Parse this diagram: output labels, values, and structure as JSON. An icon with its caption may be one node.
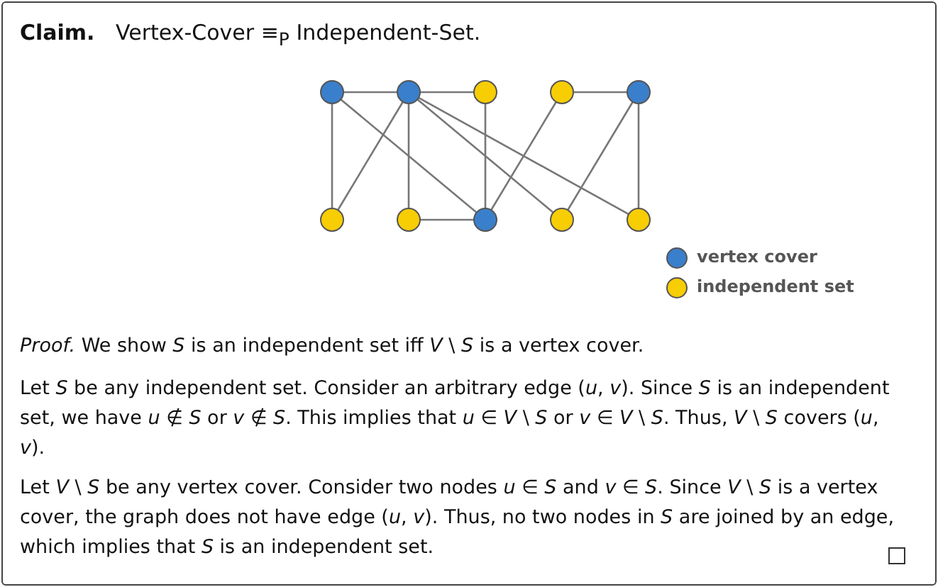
{
  "diagram": {
    "title": "**Claim.** Vertex-Cover ≡$_{P}$ Independent-Set.",
    "nodes": [
      {
        "text": [],
        "shape": "circle"
      },
      {
        "text": [],
        "shape": "circle"
      },
      {
        "text": [],
        "shape": "circle"
      },
      {
        "text": [],
        "shape": "circle"
      },
      {
        "text": [],
        "shape": "circle"
      },
      {
        "text": [],
        "shape": "circle"
      },
      {
        "text": [],
        "shape": "circle"
      },
      {
        "text": [],
        "shape": "circle"
      },
      {
        "text": [],
        "shape": "circle"
      },
      {
        "text": [],
        "shape": "circle"
      }
    ],
    "edges": [
      {
        "from": 0,
        "to": 1,
        "arrow": "none"
      },
      {
        "from": 1,
        "to": 2,
        "arrow": "none"
      },
      {
        "from": 3,
        "to": 4,
        "arrow": "none"
      },
      {
        "from": 0,
        "to": 5,
        "arrow": "none"
      },
      {
        "from": 0,
        "to": 7,
        "arrow": "none"
      },
      {
        "from": 1,
        "to": 5,
        "arrow": "none"
      },
      {
        "from": 1,
        "to": 6,
        "arrow": "none"
      },
      {
        "from": 1,
        "to": 8,
        "arrow": "none"
      },
      {
        "from": 1,
        "to": 9,
        "arrow": "none"
      },
      {
        "from": 2,
        "to": 7,
        "arrow": "none"
      },
      {
        "from": 6,
        "to": 7,
        "arrow": "none"
      },
      {
        "from": 3,
        "to": 7,
        "arrow": "none"
      },
      {
        "from": 4,
        "to": 8,
        "arrow": "none"
      },
      {
        "from": 4,
        "to": 9,
        "arrow": "none"
      }
    ],
    "labels": [
      "*Proof.* We show *S* is an independent set iff *V* \\ *S* is a vertex cover.",
      "Let *S* be any independent set. Consider an arbitrary edge (*u*, *v*). Since *S* is an independent set, we have *u* ∉ *S* or *v* ∉ *S*. This implies that *u* ∈ *V* \\ *S* or *v* ∈ *V* \\ *S*. Thus, *V* \\ *S* covers (*u*, *v*).",
      "Let *V* \\ *S* be any vertex cover. Consider two nodes *u* ∈ *S* and *v* ∈ *S*. Since *V* \\ *S* is a vertex cover, the graph does not have edge (*u*, *v*). Thus, no two nodes in *S* are joined by an edge, which implies that *S* is an independent set."
    ],
    "legend": [
      {
        "text": "vertex cover",
        "color": "#3a7fcb"
      },
      {
        "text": "independent set",
        "color": "#f7cd04"
      }
    ]
  }
}
